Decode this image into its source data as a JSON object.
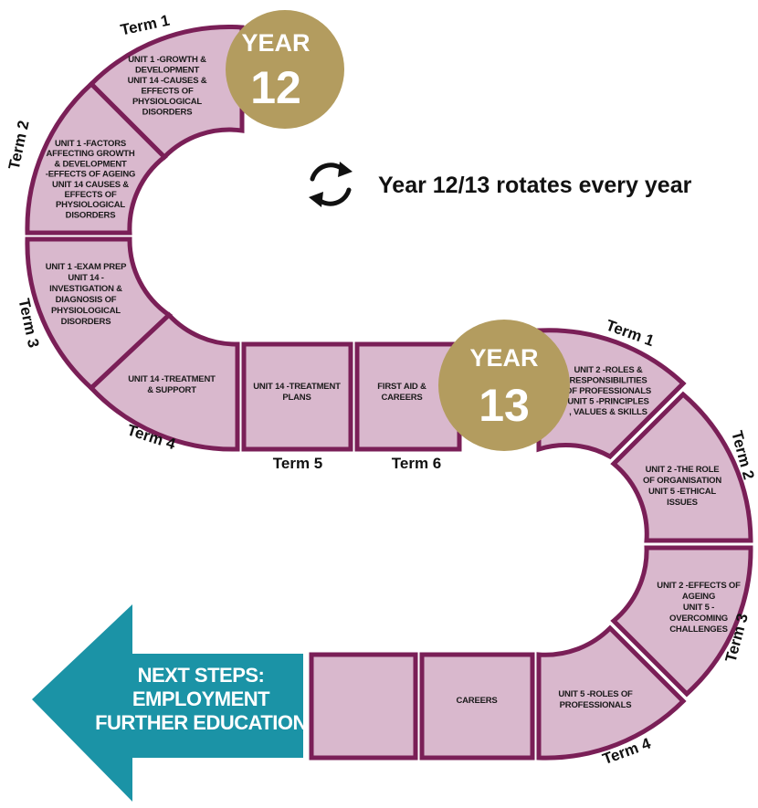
{
  "year12": {
    "badge_word": "YEAR",
    "badge_number": "12",
    "terms": [
      {
        "label": "Term 1",
        "lines": [
          "UNIT 1 -GROWTH &",
          "DEVELOPMENT",
          "UNIT 14 -CAUSES &",
          "EFFECTS OF",
          "PHYSIOLOGICAL",
          "DISORDERS"
        ]
      },
      {
        "label": "Term 2",
        "lines": [
          "UNIT 1 -FACTORS",
          "AFFECTING GROWTH",
          "& DEVELOPMENT",
          "-EFFECTS OF AGEING",
          "UNIT 14 CAUSES &",
          "EFFECTS OF",
          "PHYSIOLOGICAL",
          "DISORDERS"
        ]
      },
      {
        "label": "Term 3",
        "lines": [
          "UNIT 1 -EXAM PREP",
          "UNIT 14 -",
          "INVESTIGATION &",
          "DIAGNOSIS OF",
          "PHYSIOLOGICAL",
          "DISORDERS"
        ]
      },
      {
        "label": "Term 4",
        "lines": [
          "UNIT 14 -TREATMENT",
          "& SUPPORT"
        ]
      },
      {
        "label": "Term 5",
        "lines": [
          "UNIT 14 -TREATMENT",
          "PLANS"
        ]
      },
      {
        "label": "Term 6",
        "lines": [
          "FIRST AID &",
          "CAREERS"
        ]
      }
    ]
  },
  "year13": {
    "badge_word": "YEAR",
    "badge_number": "13",
    "terms": [
      {
        "label": "Term 1",
        "lines": [
          "UNIT 2 -ROLES &",
          "RESPONSIBILITIES",
          "OF PROFESSIONALS",
          "UNIT 5 -PRINCIPLES",
          ", VALUES & SKILLS"
        ]
      },
      {
        "label": "Term 2",
        "lines": [
          "UNIT 2 -THE ROLE",
          "OF ORGANISATION",
          "UNIT 5 -ETHICAL",
          "ISSUES"
        ]
      },
      {
        "label": "Term 3",
        "lines": [
          "UNIT 2 -EFFECTS OF",
          "AGEING",
          "UNIT 5 -",
          "OVERCOMING",
          "CHALLENGES"
        ]
      },
      {
        "label": "Term 4",
        "lines": [
          "UNIT 5 -ROLES OF",
          "PROFESSIONALS"
        ]
      }
    ],
    "extra_boxes": [
      {
        "lines": [
          "CAREERS"
        ]
      },
      {
        "lines": []
      }
    ]
  },
  "rotation_note": "Year 12/13 rotates every year",
  "rotation_icon": "refresh-cycle-icon",
  "next_steps": {
    "lines": [
      "NEXT STEPS:",
      "EMPLOYMENT",
      "FURTHER EDUCATION"
    ]
  },
  "colors": {
    "box_fill": "#d9b8cd",
    "box_border": "#7a1f57",
    "badge_gold": "#b39c5f",
    "arrow_teal": "#1b93a6"
  }
}
